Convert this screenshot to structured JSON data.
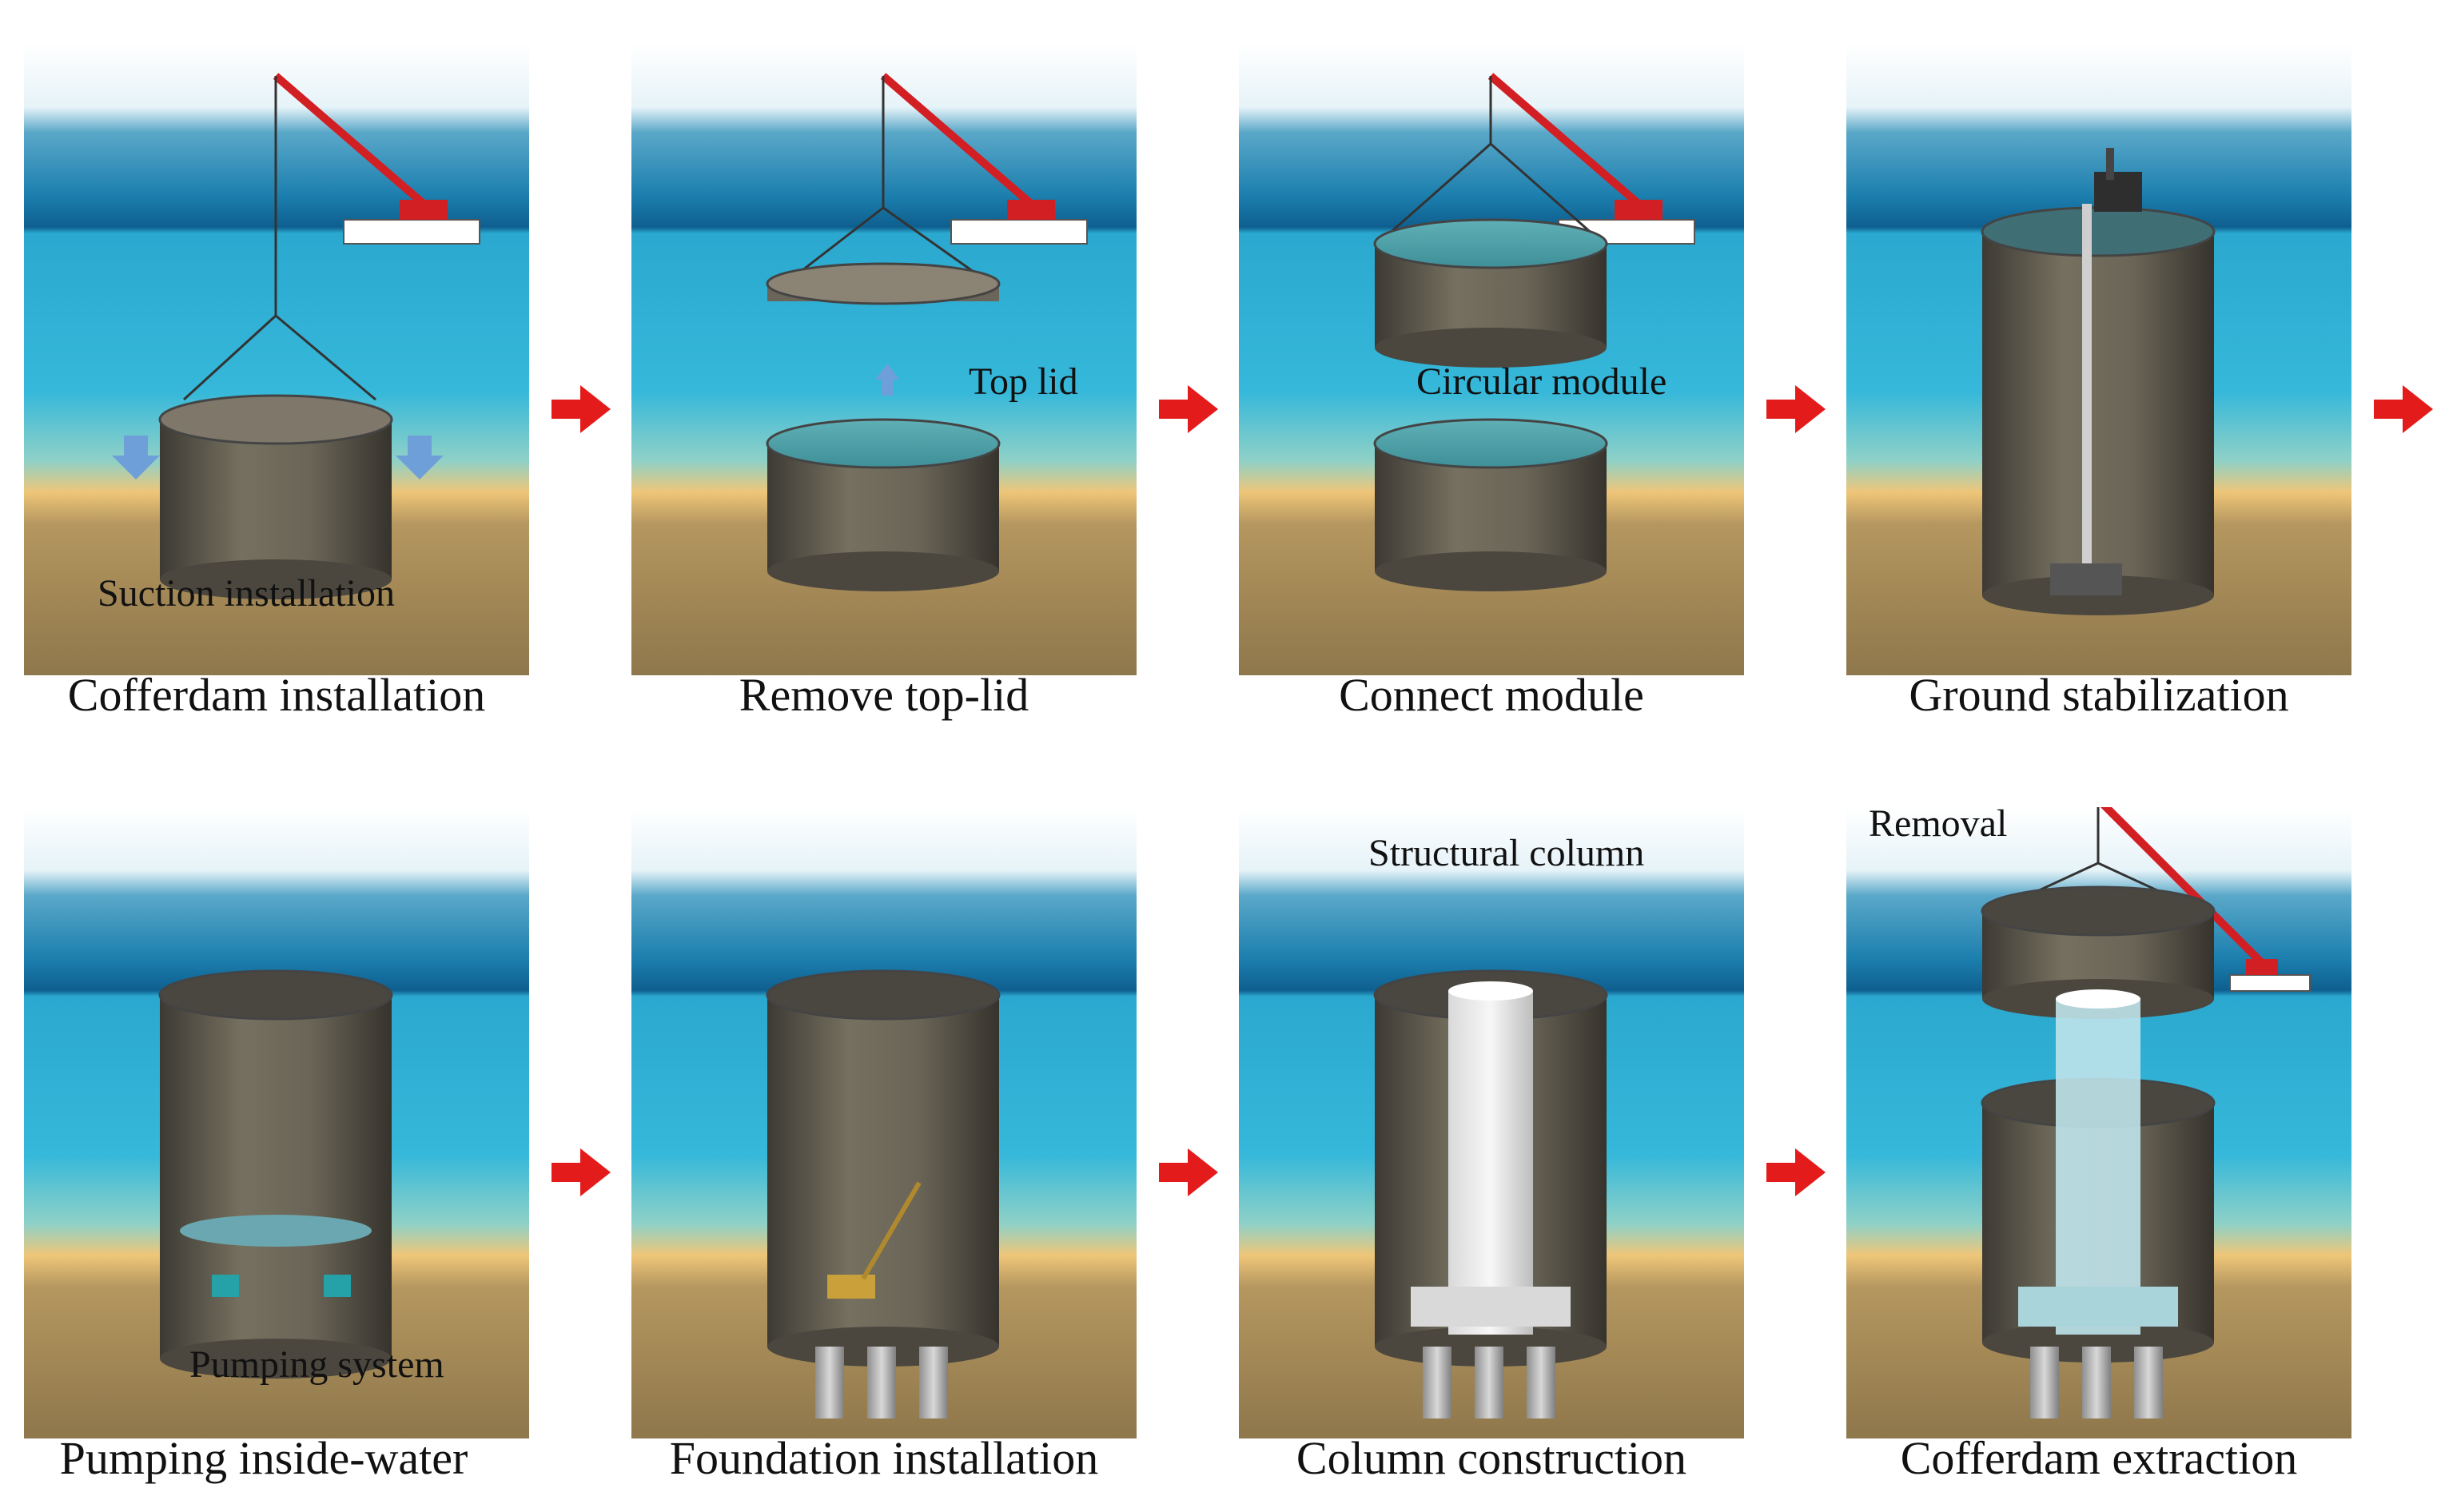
{
  "steps": [
    {
      "caption": "Cofferdam installation",
      "label": "Suction  installation"
    },
    {
      "caption": "Remove top-lid",
      "label": "Top lid"
    },
    {
      "caption": "Connect module",
      "label": "Circular  module"
    },
    {
      "caption": "Ground stabilization"
    },
    {
      "caption": "Pumping inside-water",
      "label": "Pumping  system"
    },
    {
      "caption": "Foundation installation"
    },
    {
      "caption": "Column construction",
      "label": "Structural  column"
    },
    {
      "caption": "Cofferdam extraction",
      "label": "Removal"
    }
  ],
  "colors": {
    "sky": "#ffffff",
    "sea_top": "#1c8fb8",
    "water": "#2bb3d6",
    "sand": "#e8c37a",
    "ground": "#a98f5c",
    "steel": "#5e5a52",
    "flow_arrow": "#e31b1b",
    "crane": "#d21f24"
  }
}
